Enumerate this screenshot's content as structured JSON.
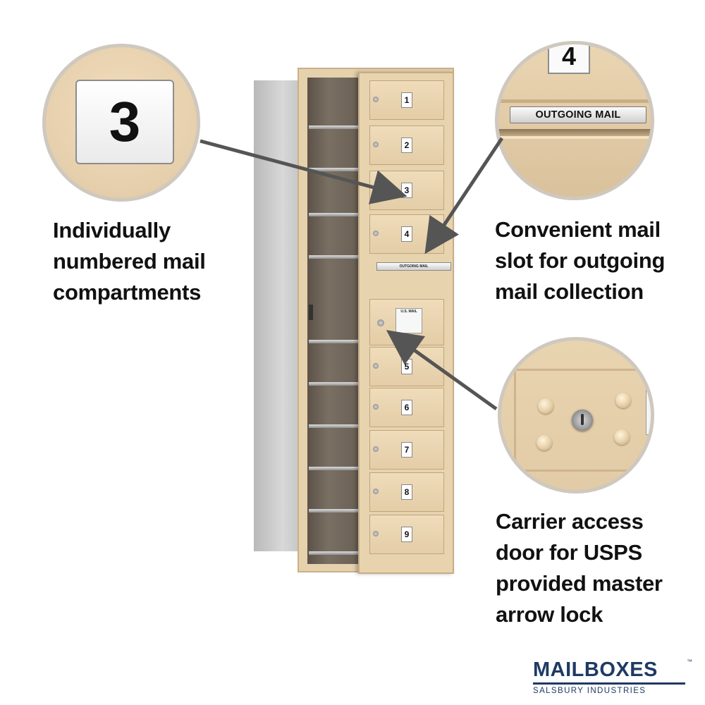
{
  "captions": {
    "left": "Individually\nnumbered mail\ncompartments",
    "right_top": "Convenient mail\nslot for outgoing\nmail collection",
    "right_bottom": "Carrier access\ndoor for USPS\nprovided master\narrow lock"
  },
  "insets": {
    "number_card": "3",
    "slot_number_card": "4",
    "slot_label": "OUTGOING MAIL"
  },
  "mailbox": {
    "compartments": [
      "1",
      "2",
      "3",
      "4",
      "5",
      "6",
      "7",
      "8",
      "9"
    ],
    "outgoing_slot_label": "OUTGOING MAIL",
    "carrier_plate_title": "U.S. MAIL"
  },
  "brand": {
    "name": "MAILBOXES",
    "trademark": "™",
    "subtitle": "SALSBURY INDUSTRIES"
  },
  "colors": {
    "sandstone": "#e6d1ad",
    "arrow": "#555555",
    "brand_navy": "#1f3a63"
  }
}
